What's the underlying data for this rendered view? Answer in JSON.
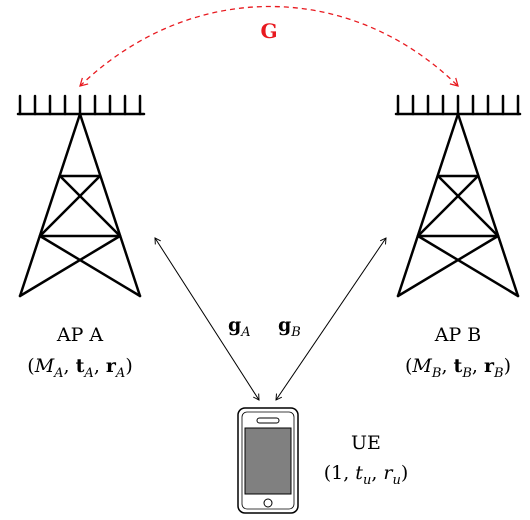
{
  "link_between_aps": {
    "label": "G",
    "color": "#e8191f"
  },
  "ap_a": {
    "name": "AP A",
    "params": {
      "M": "M",
      "M_sub": "A",
      "t": "t",
      "t_sub": "A",
      "r": "r",
      "r_sub": "A"
    }
  },
  "ap_b": {
    "name": "AP B",
    "params": {
      "M": "M",
      "M_sub": "B",
      "t": "t",
      "t_sub": "B",
      "r": "r",
      "r_sub": "B"
    }
  },
  "ue": {
    "name": "UE",
    "params": {
      "first": "1",
      "t": "t",
      "t_sub": "u",
      "r": "r",
      "r_sub": "u"
    }
  },
  "channels": {
    "a": {
      "sym": "g",
      "sub": "A"
    },
    "b": {
      "sym": "g",
      "sub": "B"
    }
  },
  "colors": {
    "line": "#000000",
    "screen": "#808080",
    "accent": "#e8191f"
  },
  "icons": [
    "antenna-array-icon",
    "tower-icon",
    "smartphone-icon",
    "bidirectional-arrow-icon"
  ]
}
